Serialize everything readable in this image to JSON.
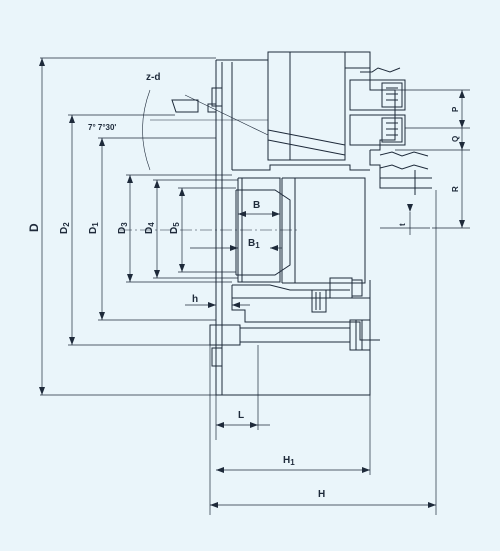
{
  "labels": {
    "z_d": "z-d",
    "angle": "7° 7°30'",
    "B": "B",
    "B1": "B",
    "B1_sub": "1",
    "h": "h",
    "L": "L",
    "H1": "H",
    "H1_sub": "1",
    "H": "H",
    "D": "D",
    "D2": "D",
    "D2_sub": "2",
    "D1": "D",
    "D1_sub": "1",
    "D3": "D",
    "D3_sub": "3",
    "D4": "D",
    "D4_sub": "4",
    "D5": "D",
    "D5_sub": "5",
    "P": "P",
    "Q": "Q",
    "R": "R",
    "t": "t"
  },
  "colors": {
    "background": "#eaf5fa",
    "line": "#1e2a3a"
  }
}
